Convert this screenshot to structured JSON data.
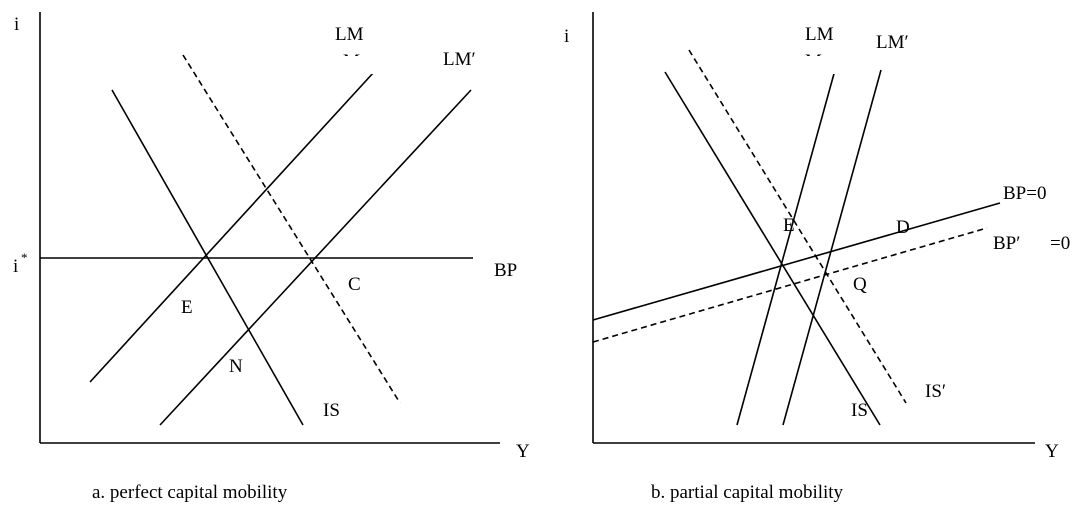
{
  "panel_a": {
    "y_axis_label": "i",
    "x_axis_label": "Y",
    "i_star_label": "i",
    "i_star_sup": "*",
    "lm_label": "LM",
    "lm_label_cut": "M",
    "lm_prime_label": "LM′",
    "bp_label": "BP",
    "is_label": "IS",
    "point_e": "E",
    "point_n": "N",
    "point_c": "C",
    "caption": "a. perfect capital mobility"
  },
  "panel_b": {
    "y_axis_label": "i",
    "x_axis_label": "Y",
    "lm_label": "LM",
    "lm_label_cut": "M",
    "lm_prime_label": "LM′",
    "bp_label": "BP=0",
    "bp_prime_label": "BP′",
    "bp_prime_suffix": "=0",
    "is_label": "IS",
    "is_prime_label": "IS′",
    "point_e": "E",
    "point_d": "D",
    "point_q": "Q",
    "caption": "b. partial capital mobility"
  }
}
